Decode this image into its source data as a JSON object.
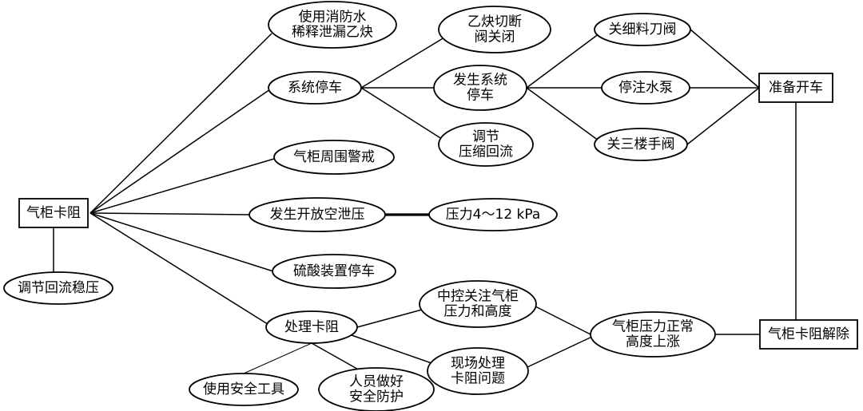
{
  "nodes": {
    "root": [
      "气柜卡阻"
    ],
    "adjust_reflux": [
      "调节回流稳压"
    ],
    "water_dilute": [
      "使用消防水",
      "稀释泄漏乙炔"
    ],
    "system_stop": [
      "系统停车"
    ],
    "perimeter_alert": [
      "气柜周围警戒"
    ],
    "open_vent": [
      "发生开放空泄压"
    ],
    "pressure_value": [
      "压力4～12 kPa"
    ],
    "acid_stop": [
      "硫酸装置停车"
    ],
    "handle_jam": [
      "处理卡阻"
    ],
    "safety_tools": [
      "使用安全工具"
    ],
    "protection": [
      "人员做好",
      "安全防护"
    ],
    "cut_valve": [
      "乙炔切断",
      "阀关闭"
    ],
    "sys_stop_event": [
      "发生系统",
      "停车"
    ],
    "adjust_compress": [
      "调节",
      "压缩回流"
    ],
    "close_fine_valve": [
      "关细料刀阀"
    ],
    "stop_pump": [
      "停注水泵"
    ],
    "close_third_valve": [
      "关三楼手阀"
    ],
    "prepare_start": [
      "准备开车"
    ],
    "central_monitor": [
      "中控关注气柜",
      "压力和高度"
    ],
    "onsite_handle": [
      "现场处理",
      "卡阻问题"
    ],
    "normal_pressure": [
      "气柜压力正常",
      "高度上涨"
    ],
    "jam_cleared": [
      "气柜卡阻解除"
    ]
  }
}
